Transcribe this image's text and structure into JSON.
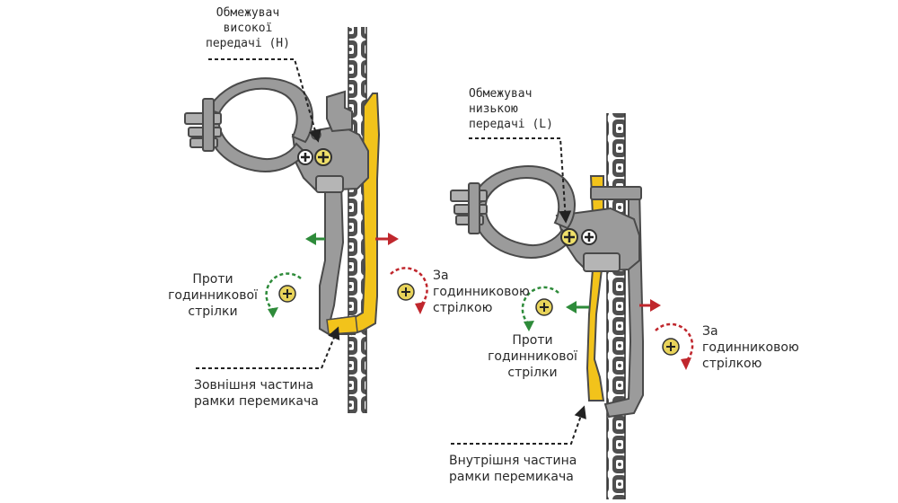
{
  "colors": {
    "derailleur": "#9b9b9b",
    "derailleur_edge": "#4a4a4a",
    "chain": "#4f4f4f",
    "cage_highlight": "#f2c31b",
    "screw_highlight": "#e8d35a",
    "counter_arrow": "#2e8b3a",
    "clockwise_arrow": "#c0272d",
    "leader_line": "#222222"
  },
  "left": {
    "limit_label": [
      "Обмежувач",
      "високої",
      "передачі (H)"
    ],
    "counter_label": [
      "Проти",
      "годинникової",
      "стрілки"
    ],
    "clockwise_label": [
      "За",
      "годинниковою",
      "стрілкою"
    ],
    "cage_label": [
      "Зовнішня частина",
      "рамки перемикача"
    ]
  },
  "right": {
    "limit_label": [
      "Обмежувач",
      "низькою",
      "передачі (L)"
    ],
    "counter_label": [
      "Проти",
      "годинникової",
      "стрілки"
    ],
    "clockwise_label": [
      "За",
      "годинниковою",
      "стрілкою"
    ],
    "cage_label": [
      "Внутрішня частина",
      "рамки перемикача"
    ]
  }
}
